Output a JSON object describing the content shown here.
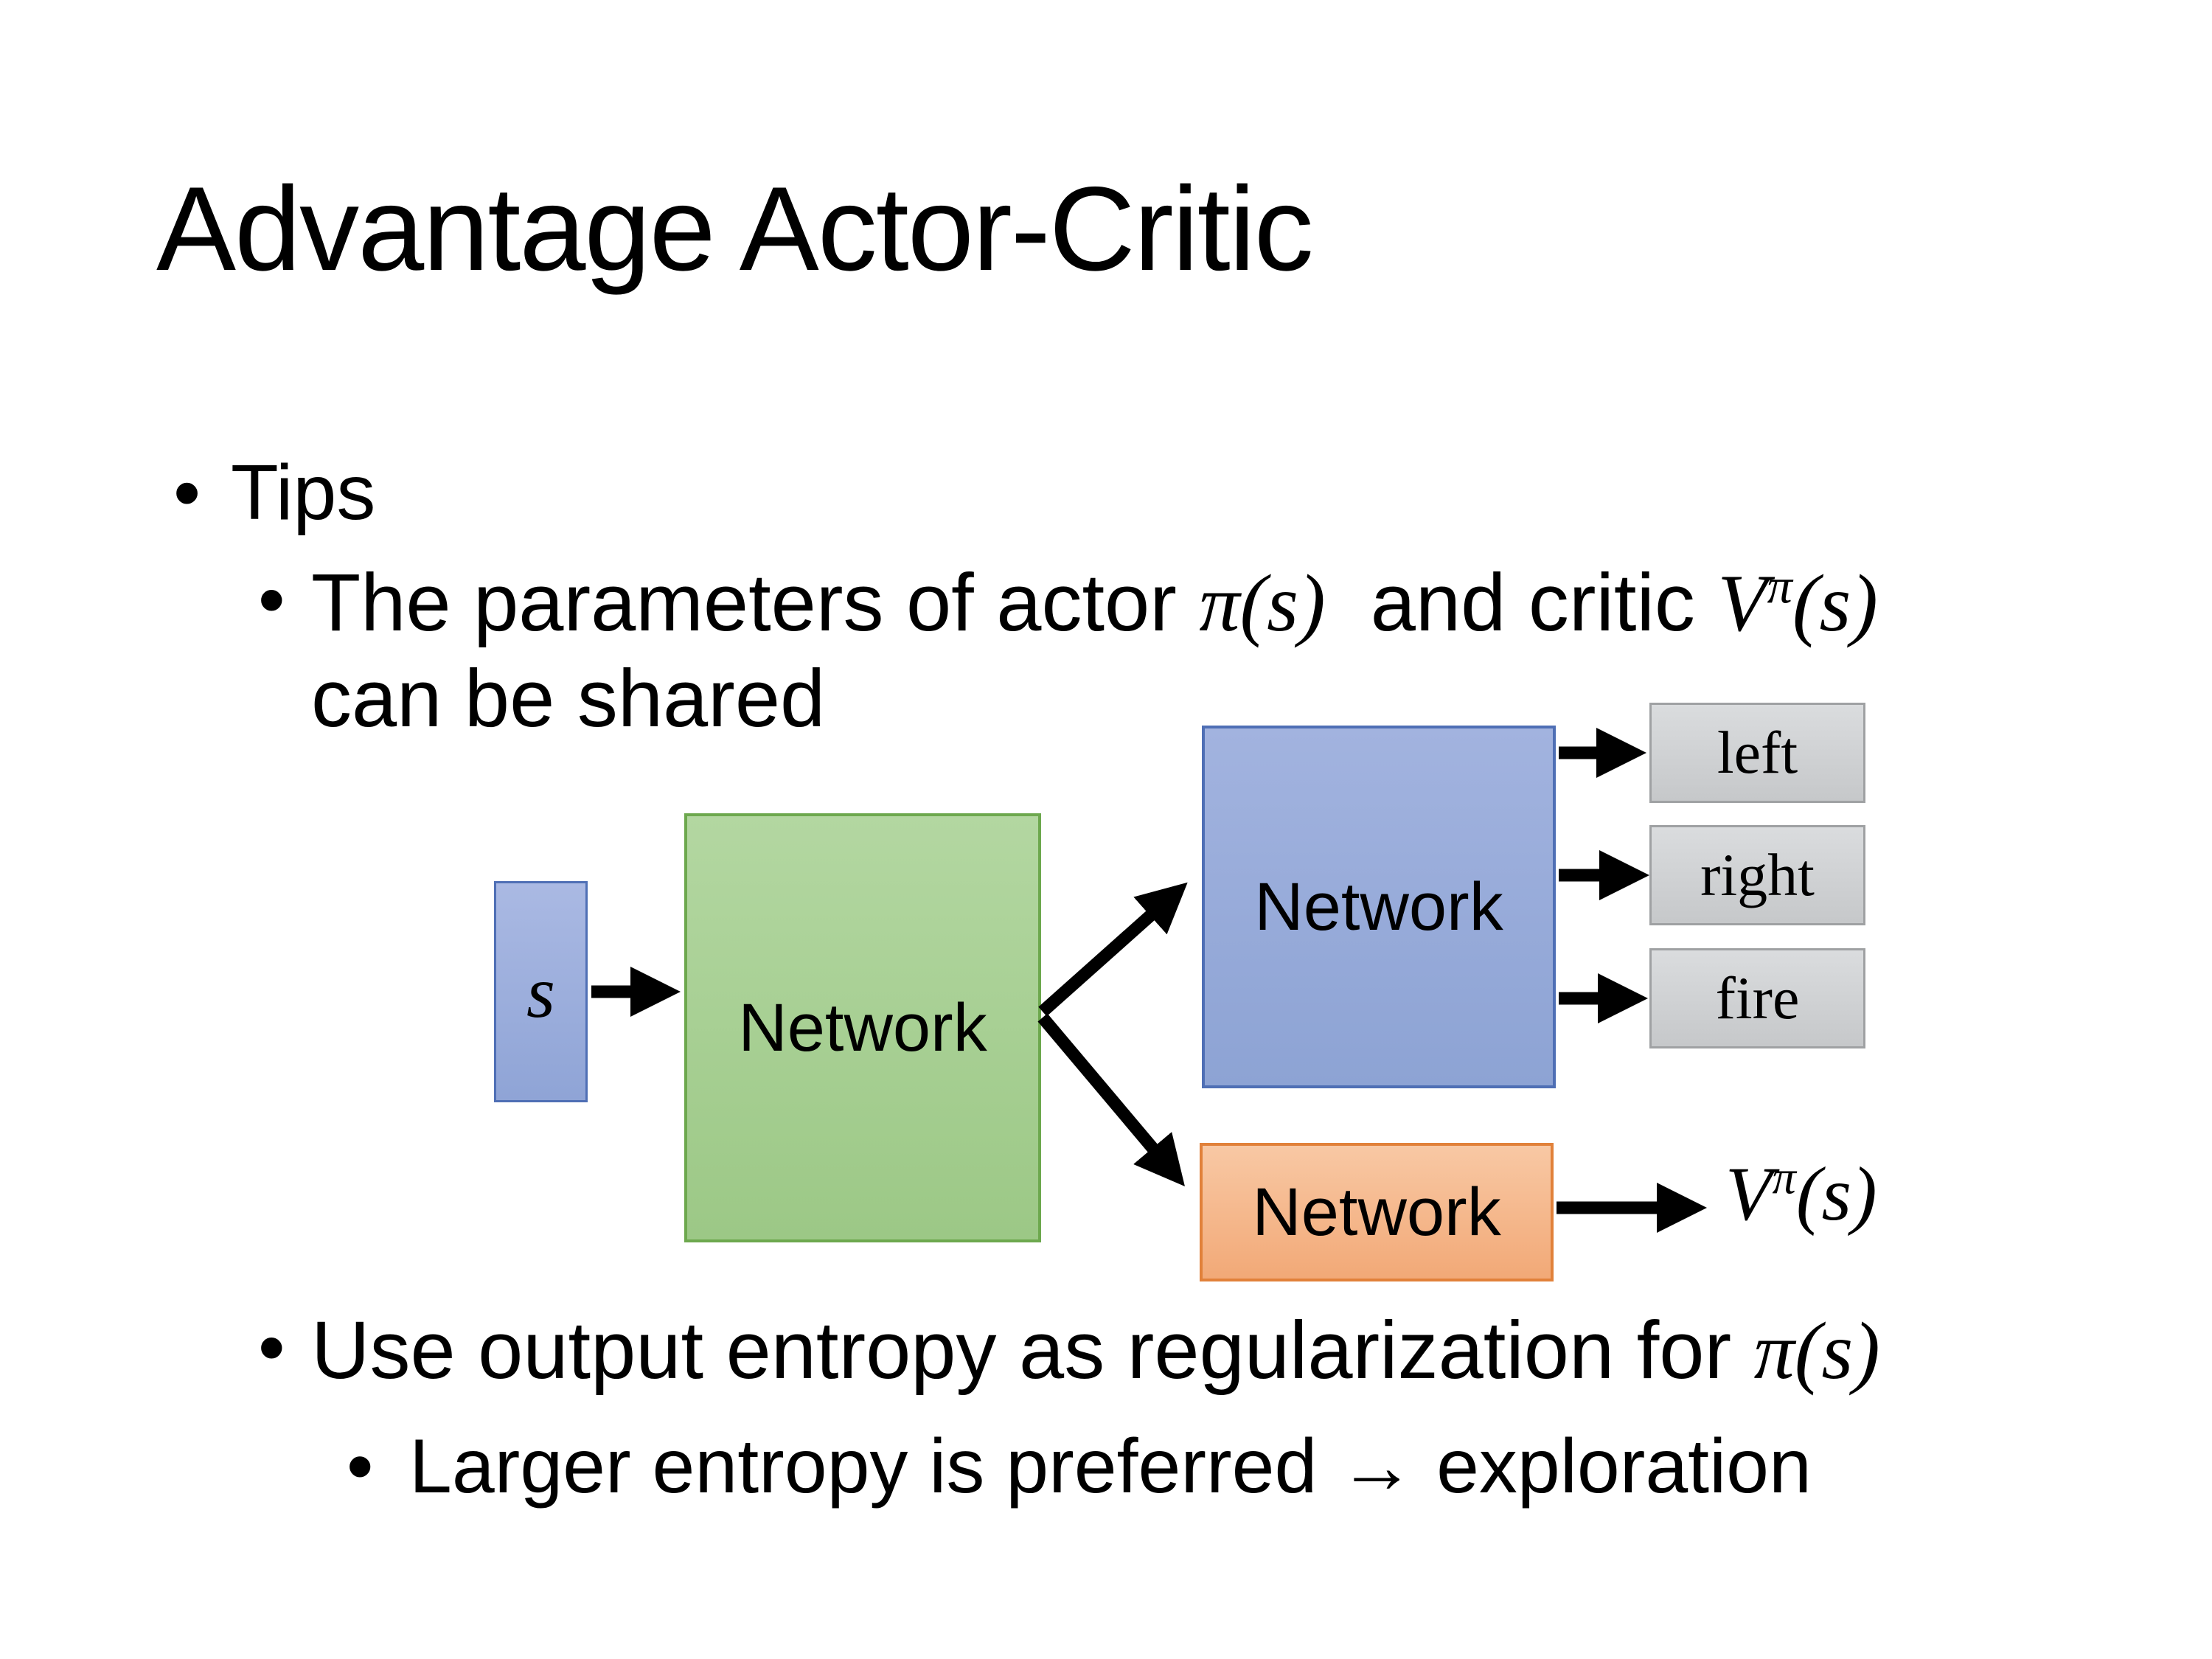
{
  "slide": {
    "title": "Advantage Actor-Critic",
    "bullet_glyph": "•",
    "bullets": {
      "l1": "Tips",
      "l2a_pre": "The parameters of actor ",
      "l2a_mid": "  and critic ",
      "l2b": "can be shared",
      "l3_pre": "Use output entropy as regularization for ",
      "l4": "Larger entropy is preferred → exploration"
    },
    "math": {
      "pi_s": "π(s)",
      "V": "V",
      "sup_pi": "π",
      "s_paren": "(s)"
    }
  },
  "diagram": {
    "state_label": "s",
    "shared_network_label": "Network",
    "actor_network_label": "Network",
    "critic_network_label": "Network",
    "actions": {
      "left": "left",
      "right": "right",
      "fire": "fire"
    },
    "critic_output": {
      "V": "V",
      "sup": "π",
      "args": "(s)"
    }
  },
  "colors": {
    "stateTop": "#aab9e3",
    "stateBottom": "#8fa4d6",
    "blueTop": "#a2b3df",
    "blueBottom": "#8da3d4",
    "blueBorder": "#4f6fb5",
    "greenTop": "#b3d7a1",
    "greenBottom": "#9cc886",
    "greenBorder": "#6da84e",
    "orangeTop": "#f8c8a4",
    "orangeBottom": "#f2a977",
    "orangeBorder": "#e1813a",
    "grayTop": "#dadcde",
    "grayBottom": "#c6c8ca",
    "grayBorder": "#9fa1a3",
    "ink": "#000000"
  }
}
